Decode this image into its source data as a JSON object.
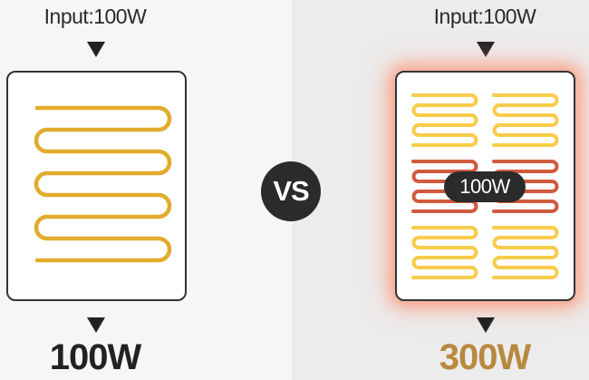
{
  "left": {
    "input_label": "Input:100W",
    "output_label": "100W"
  },
  "right": {
    "input_label": "Input:100W",
    "center_label": "100W",
    "output_label": "300W"
  },
  "vs_label": "VS",
  "colors": {
    "coil_left": "#e2ab2c",
    "coil_yellow": "#f7cc4a",
    "coil_red": "#cf5a3e",
    "glow": "#ff8a6a",
    "output_left": "#222222",
    "output_right": "#b8893f",
    "badge": "#2b2b2b"
  },
  "icons": [
    "down-arrow-icon",
    "heating-coil-icon"
  ]
}
